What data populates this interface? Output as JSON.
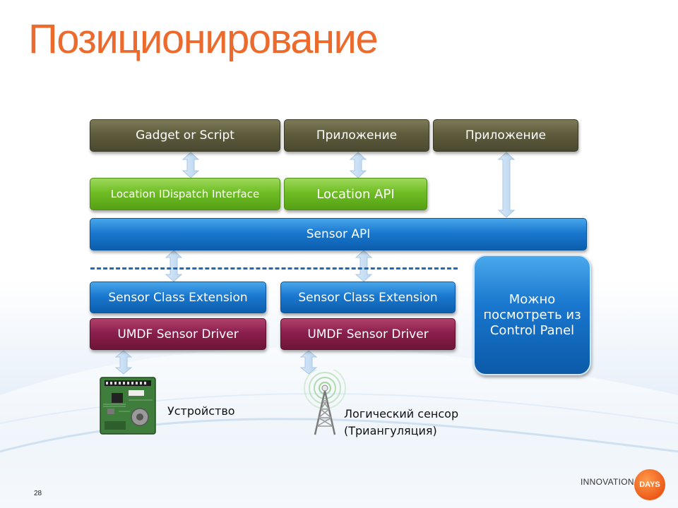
{
  "slide": {
    "title": "Позиционирование",
    "page_number": "28"
  },
  "top_row": {
    "gadget": "Gadget or Script",
    "app1": "Приложение",
    "app2": "Приложение"
  },
  "api_row": {
    "idispatch": "Location IDispatch Interface",
    "location_api": "Location API"
  },
  "sensor_api": "Sensor API",
  "drivers": {
    "left": {
      "class_ext": "Sensor Class Extension",
      "umdf": "UMDF Sensor Driver"
    },
    "right": {
      "class_ext": "Sensor Class Extension",
      "umdf": "UMDF Sensor Driver"
    }
  },
  "control_panel": "Можно посмотреть из Control Panel",
  "device_label": "Устройство",
  "logical_sensor": {
    "line1": "Логический сенсор",
    "line2": "(Триангуляция)"
  },
  "branding": {
    "brand_text": "INNOVATION",
    "badge_text": "DAYS",
    "badge_color": "#ec5a1a",
    "title_color": "#ec6a2c"
  }
}
